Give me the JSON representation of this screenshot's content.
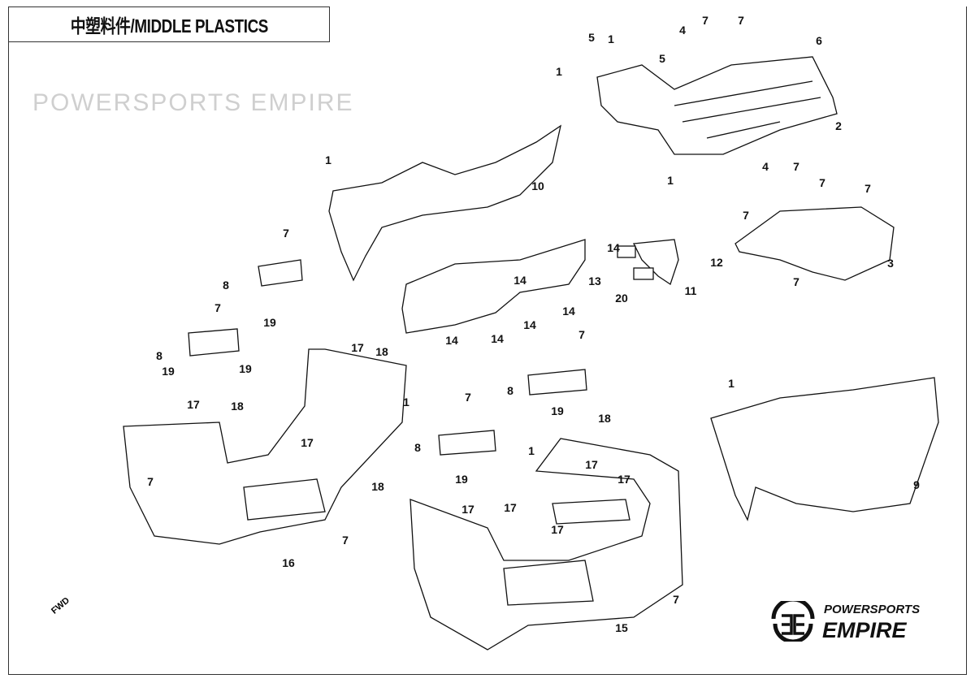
{
  "title": "中塑料件/MIDDLE PLASTICS",
  "watermark": "POWERSPORTS EMPIRE",
  "fwd_label": "FWD",
  "logo": {
    "line1": "POWERSPORTS",
    "line2": "EMPIRE"
  },
  "callouts": [
    "1",
    "5",
    "7",
    "7",
    "4",
    "6",
    "5",
    "1",
    "2",
    "4",
    "1",
    "1",
    "10",
    "7",
    "7",
    "7",
    "7",
    "12",
    "3",
    "7",
    "14",
    "13",
    "11",
    "20",
    "14",
    "14",
    "14",
    "14",
    "7",
    "8",
    "19",
    "7",
    "8",
    "19",
    "19",
    "17",
    "18",
    "1",
    "17",
    "18",
    "17",
    "7",
    "7",
    "16",
    "7",
    "8",
    "19",
    "7",
    "18",
    "8",
    "19",
    "1",
    "17",
    "17",
    "18",
    "17",
    "17",
    "17",
    "7",
    "15",
    "1",
    "9",
    "14"
  ]
}
